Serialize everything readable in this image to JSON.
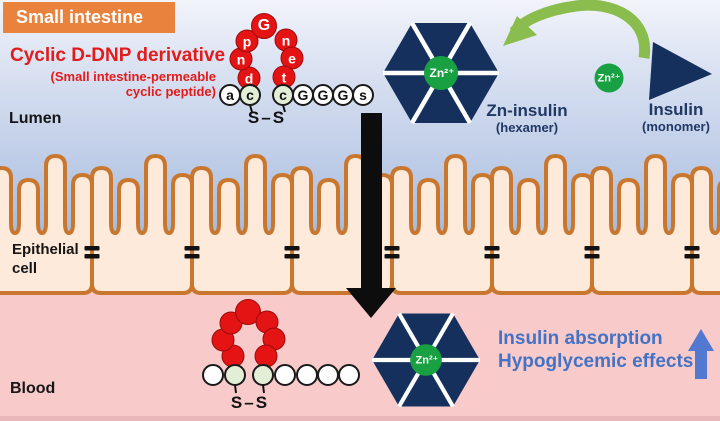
{
  "header": {
    "title": "Small intestine"
  },
  "annotations": {
    "peptide_title": "Cyclic D-DNP derivative",
    "peptide_subtitle1": "(Small intestine-permeable",
    "peptide_subtitle2": "cyclic peptide)",
    "lumen_label": "Lumen",
    "epithelial_label": "Epithelial cell",
    "blood_label": "Blood",
    "zn_insulin_label": "Zn-insulin",
    "zn_insulin_sub": "(hexamer)",
    "insulin_label": "Insulin",
    "insulin_sub": "(monomer)",
    "absorption_line1": "Insulin absorption",
    "absorption_line2": "Hypoglycemic effects",
    "zn_ion": "Zn²⁺",
    "disulfide": "S–S"
  },
  "lumen_peptide": {
    "letters": [
      "d",
      "n",
      "p",
      "G",
      "n",
      "e",
      "t",
      "a",
      "c",
      "c",
      "G",
      "G",
      "G",
      "s"
    ]
  },
  "colors": {
    "header_orange": "#e8823d",
    "title_red": "#e21b1b",
    "peptide_red": "#e51414",
    "peptide_green": "#e3eed7",
    "insulin_navy": "#16305e",
    "zn_green": "#18a042",
    "green_arrow": "#8abc4e",
    "effects_blue": "#4472c4",
    "cell_fill": "#fdeada",
    "cell_border": "#c9762e",
    "lumen_blue": "#a8bedf",
    "blood_pink": "#f8caca"
  }
}
